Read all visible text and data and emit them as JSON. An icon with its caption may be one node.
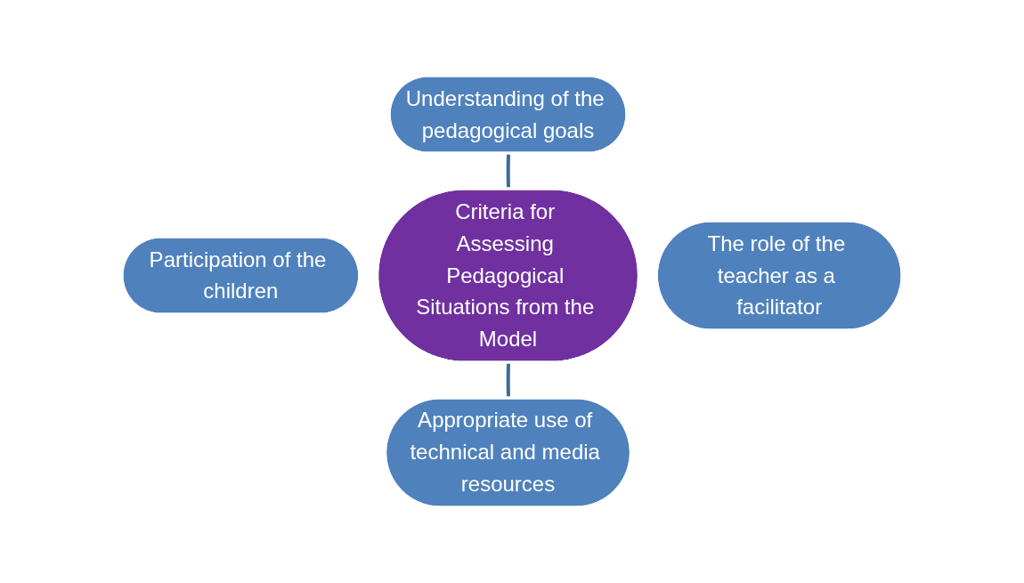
{
  "diagram": {
    "nodes": [
      {
        "text": [
          "Understanding of the pedagogical goals"
        ]
      },
      {
        "text": [
          "Participation of the children"
        ]
      },
      {
        "text": [
          "Criteria for Assessing Pedagogical Situations from the Model"
        ]
      },
      {
        "text": [
          "The role of the teacher as a facilitator"
        ]
      },
      {
        "text": [
          "Appropriate use of technical and media resources"
        ]
      }
    ],
    "edges": [
      {
        "from": 0,
        "to": 2,
        "arrow": "none"
      },
      {
        "from": 2,
        "to": 4,
        "arrow": "none"
      }
    ]
  }
}
